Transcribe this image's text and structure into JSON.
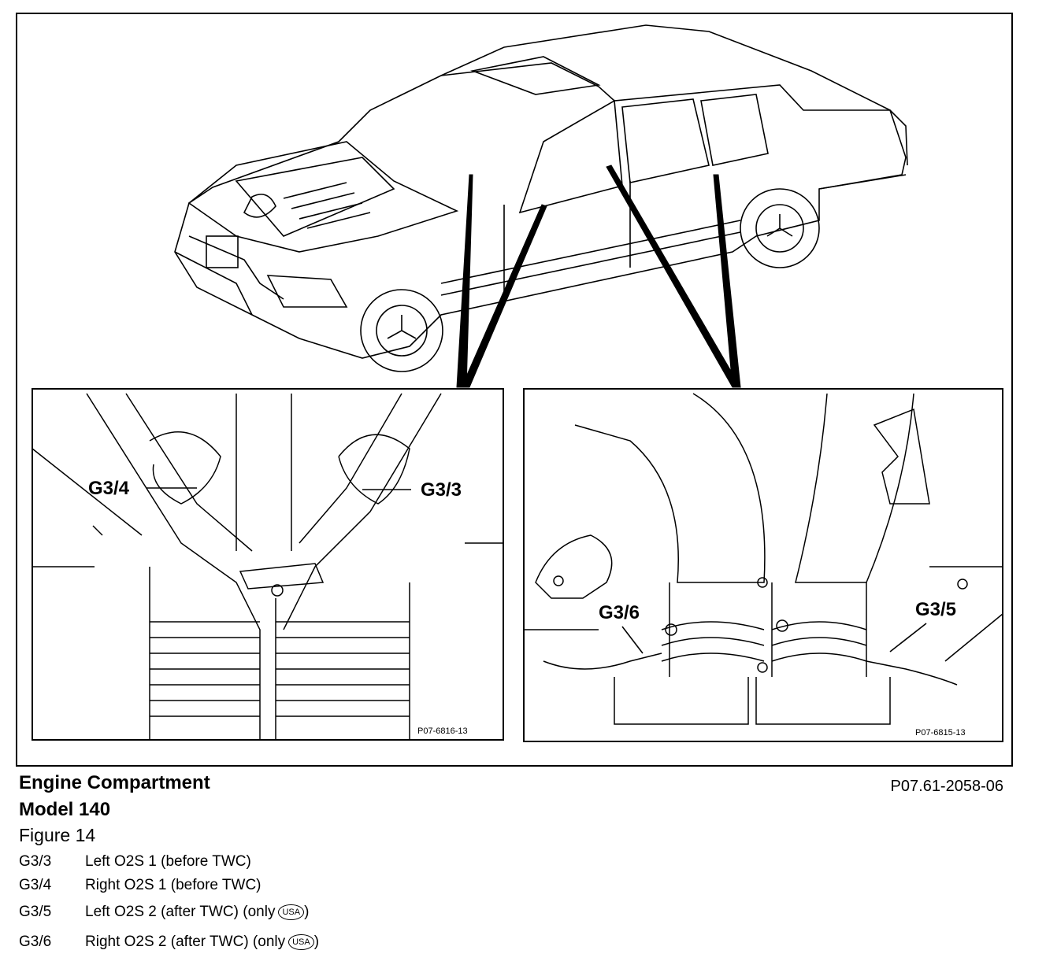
{
  "figure": {
    "caption_title_line1": "Engine Compartment",
    "caption_title_line2": "Model 140",
    "figure_label": "Figure 14",
    "reference_code": "P07.61-2058-06"
  },
  "detail_left": {
    "labels": {
      "g34": "G3/4",
      "g33": "G3/3"
    },
    "photo_code": "P07-6816-13"
  },
  "detail_right": {
    "labels": {
      "g36": "G3/6",
      "g35": "G3/5"
    },
    "photo_code": "P07-6815-13"
  },
  "legend": [
    {
      "code": "G3/3",
      "description": "Left O2S 1 (before TWC)",
      "usa": ""
    },
    {
      "code": "G3/4",
      "description": "Right O2S 1 (before TWC)",
      "usa": ""
    },
    {
      "code": "G3/5",
      "description": "Left O2S 2 (after TWC) (only",
      "usa": "USA",
      "suffix": ")"
    },
    {
      "code": "G3/6",
      "description": "Right O2S 2 (after TWC) (only",
      "usa": "USA",
      "suffix": ")"
    }
  ]
}
